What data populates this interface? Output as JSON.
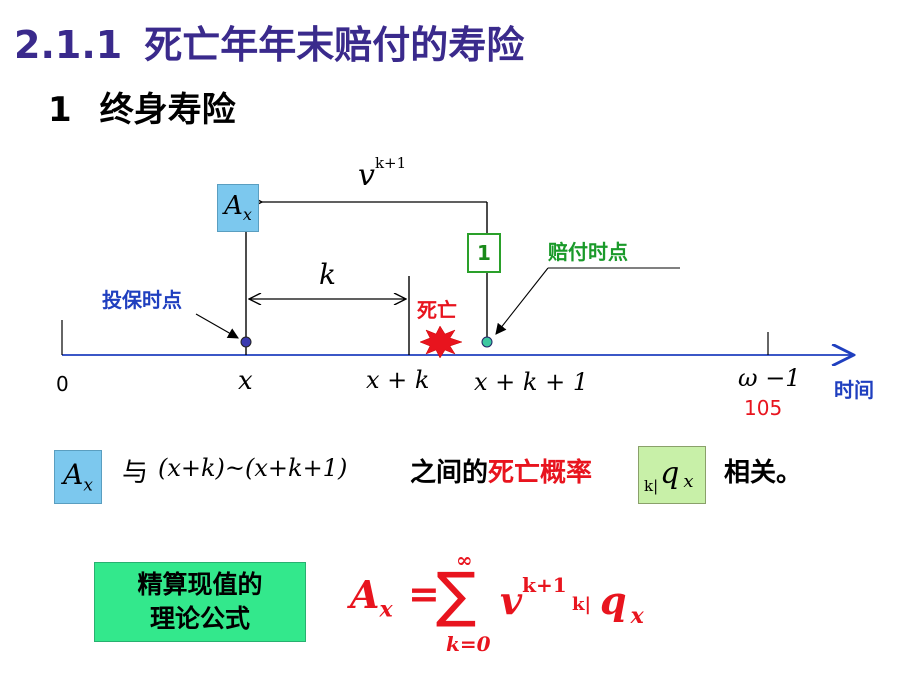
{
  "title": {
    "number": "2.1.1",
    "text": "死亡年年末赔付的寿险"
  },
  "subtitle": {
    "number": "1",
    "text": "终身寿险"
  },
  "timeline": {
    "v_label": "v",
    "v_exp": "k+1",
    "ax_label": "A",
    "ax_sub": "x",
    "k_label": "k",
    "one_label": "1",
    "policy_point": "投保时点",
    "payment_point": "赔付时点",
    "death": "死亡",
    "origin": "0",
    "tick_x": "x",
    "tick_xk": "x + k",
    "tick_xk1": "x + k + 1",
    "tick_omega": "ω −1",
    "omega_value": "105",
    "axis_label": "时间"
  },
  "relation": {
    "ax_label": "A",
    "ax_sub": "x",
    "with": "与",
    "interval": "(x+k)~(x+k+1)",
    "between": "之间的",
    "death_prob": "死亡概率",
    "q_pre": "k|",
    "q_main": "q",
    "q_sub": "x",
    "related": "相关。"
  },
  "formula": {
    "label_line1": "精算现值的",
    "label_line2": "理论公式",
    "lhs": "A",
    "lhs_sub": "x",
    "equals": "=",
    "sum_top": "∞",
    "sum_sym": "∑",
    "sum_bottom": "k=0",
    "v": "v",
    "v_exp": "k+1",
    "q_pre": "k|",
    "q": "q",
    "q_sub": "x"
  },
  "colors": {
    "title": "#3a2a8c",
    "blue_label": "#1f3fbf",
    "green_label": "#1a9a2a",
    "red": "#e8141e",
    "ax_box": "#7cc8ee",
    "q_box": "#c8f0a8",
    "formula_box": "#33e88c"
  }
}
